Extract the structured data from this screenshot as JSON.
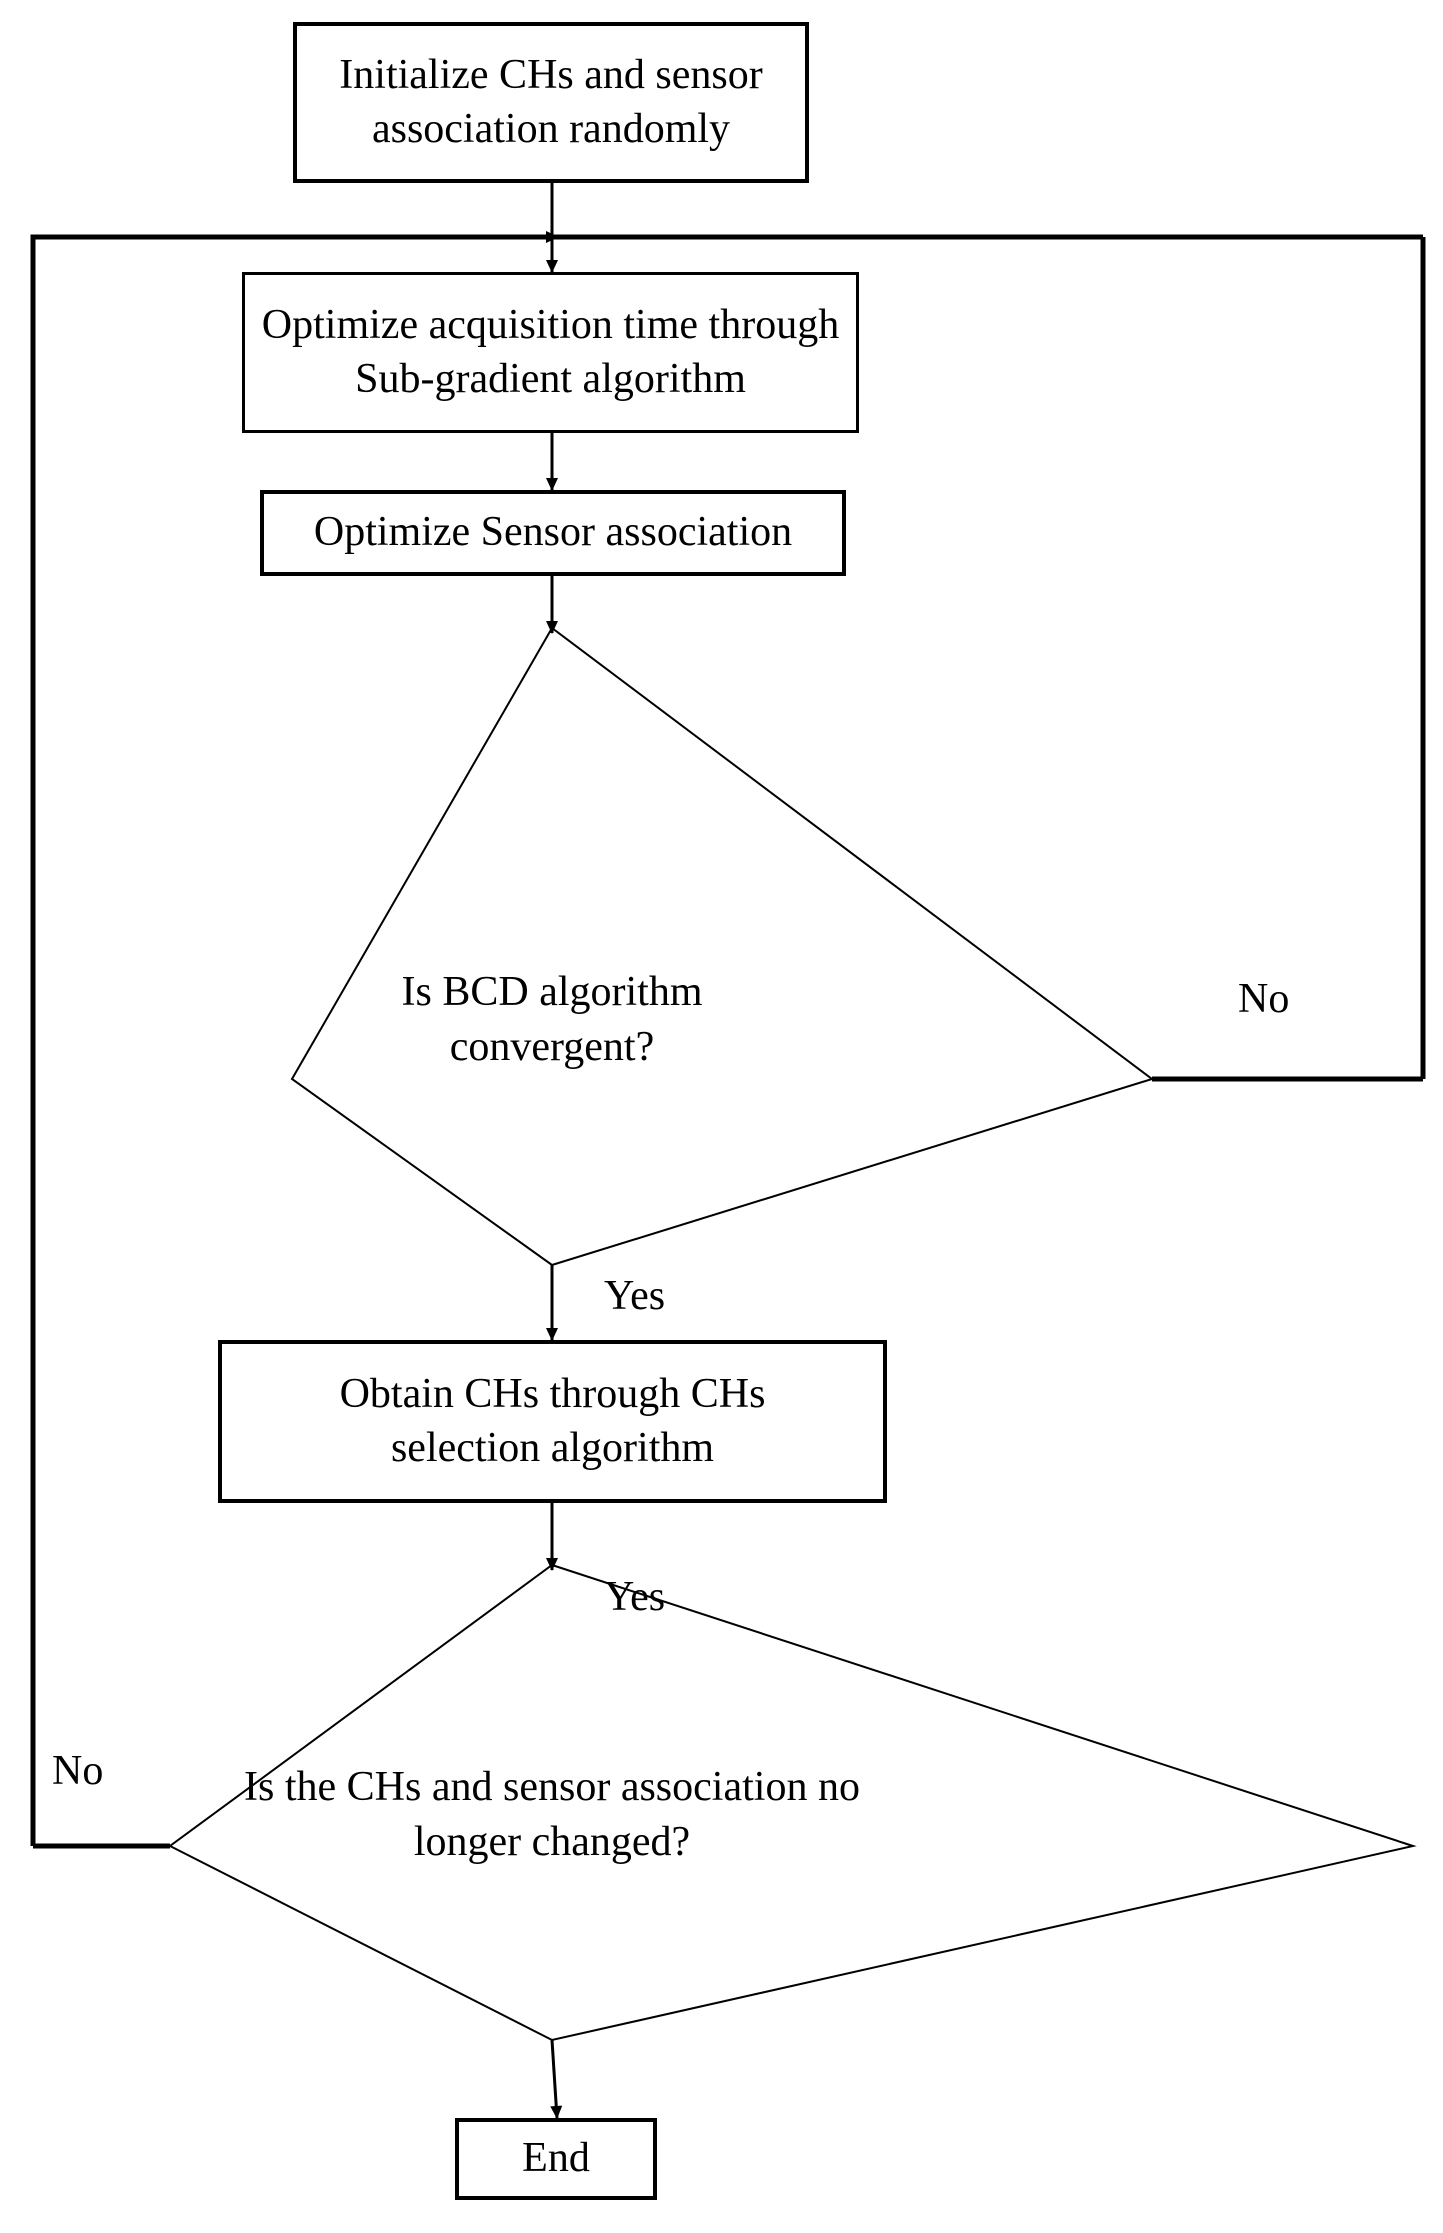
{
  "diagram": {
    "type": "flowchart",
    "title": "",
    "orientation": "top-to-bottom",
    "background_color": "#ffffff",
    "line_color": "#000000",
    "text_color": "#000000"
  },
  "nodes": {
    "start_box": {
      "shape": "rectangle",
      "text": "Initialize CHs and sensor association randomly"
    },
    "optimize_time_box": {
      "shape": "rectangle",
      "text": "Optimize acquisition time through Sub-gradient algorithm"
    },
    "optimize_assoc_box": {
      "shape": "rectangle",
      "text": "Optimize Sensor association"
    },
    "bcd_decision": {
      "shape": "diamond",
      "text": "Is BCD algorithm convergent?"
    },
    "obtain_chs_box": {
      "shape": "rectangle",
      "text": "Obtain CHs through CHs selection algorithm"
    },
    "chs_decision": {
      "shape": "diamond",
      "text": "Is the CHs and sensor association no longer changed?"
    },
    "end_box": {
      "shape": "rectangle",
      "text": "End"
    }
  },
  "edge_labels": {
    "bcd_no": "No",
    "bcd_yes": "Yes",
    "chs_yes": "Yes",
    "chs_no": "No"
  }
}
